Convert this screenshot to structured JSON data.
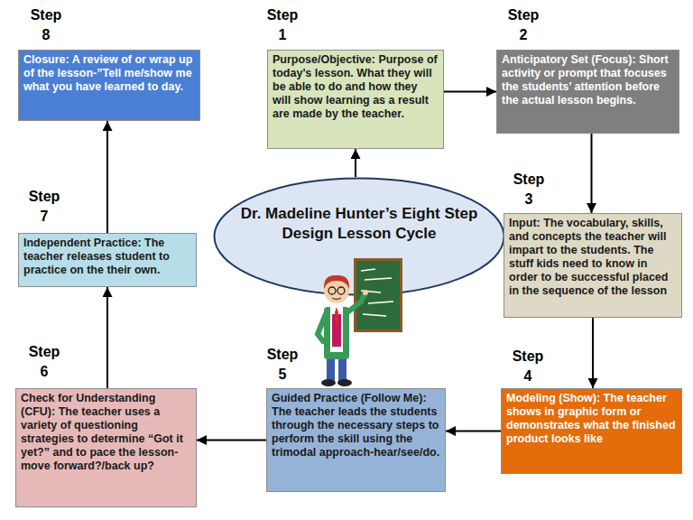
{
  "diagram": {
    "nodes": [
      {
        "text": [
          "Step 8",
          "Closure: A review of or wrap up of the lesson-”Tell me/show me what you have learned to day."
        ]
      },
      {
        "text": [
          "Step 1",
          "Purpose/Objective: Purpose of today’s lesson. What they will be able to do and how they will show learning as a result are made by the teacher."
        ]
      },
      {
        "text": [
          "Step 2",
          "Anticipatory Set (Focus): Short activity or prompt that focuses the students’ attention before the actual lesson begins."
        ]
      },
      {
        "text": [
          "Step 7",
          "Independent Practice: The teacher releases student to practice on the their own."
        ]
      },
      {
        "text": [
          "Dr. Madeline Hunter’s Eight Step Design Lesson Cycle"
        ]
      },
      {
        "text": [
          "Step 3",
          "Input: The vocabulary, skills, and concepts the teacher will impart to the students. The stuff kids need to know in order to be successful placed in the sequence of the lesson"
        ]
      },
      {
        "text": [
          "Step 6",
          "Check for Understanding (CFU): The teacher uses a variety of questioning strategies to determine “Got it yet?” and to pace the lesson-move forward?/back up?"
        ]
      },
      {
        "text": [
          "Step 5",
          "Guided Practice (Follow Me): The teacher leads the students through the necessary steps to perform the skill using the trimodal approach-hear/see/do."
        ]
      },
      {
        "text": [
          "Step 4",
          "Modeling (Show): The teacher shows in graphic form or demonstrates what the finished product looks like"
        ]
      }
    ],
    "edges": [
      {
        "from": 1,
        "to": 2,
        "arrow": "to"
      },
      {
        "from": 2,
        "to": 5,
        "arrow": "to"
      },
      {
        "from": 5,
        "to": 8,
        "arrow": "to"
      },
      {
        "from": 8,
        "to": 7,
        "arrow": "to"
      },
      {
        "from": 7,
        "to": 6,
        "arrow": "to"
      },
      {
        "from": 6,
        "to": 3,
        "arrow": "to"
      },
      {
        "from": 3,
        "to": 0,
        "arrow": "to"
      },
      {
        "from": 4,
        "to": 1,
        "arrow": "to"
      }
    ]
  }
}
